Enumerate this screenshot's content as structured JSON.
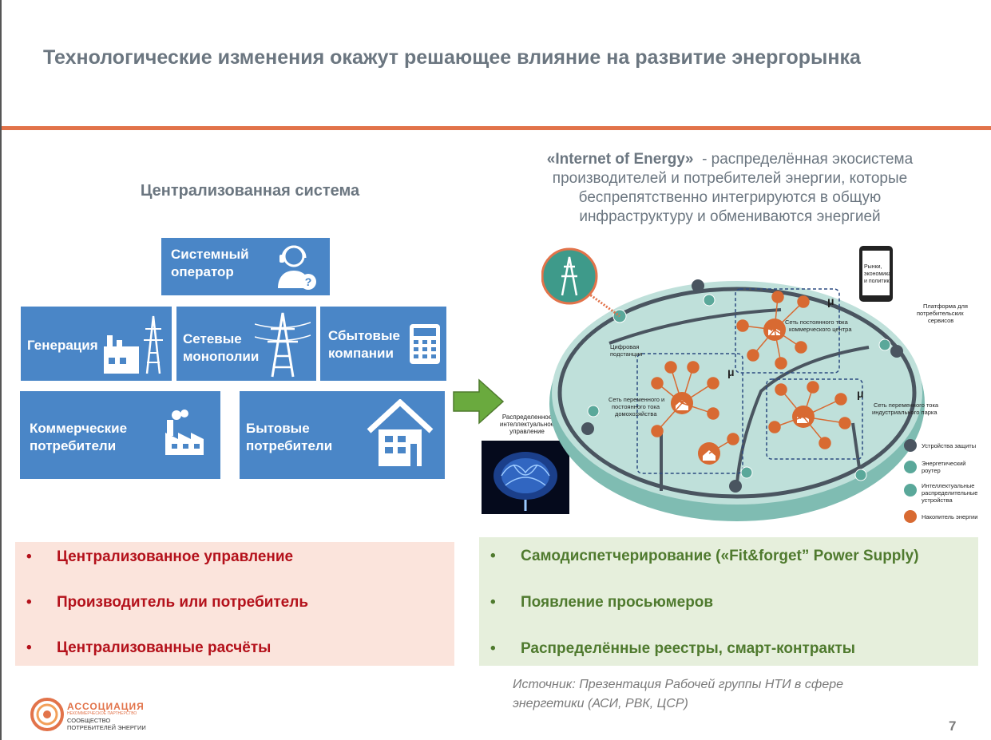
{
  "header": {
    "title": "Технологические изменения окажут решающее влияние на развитие энергорынка"
  },
  "left": {
    "heading": "Централизованная система",
    "boxes": {
      "system_operator": "Системный\nоператор",
      "generation": "Генерация",
      "grid_monopolies": "Сетевые\nмонополии",
      "sales_companies": "Сбытовые\nкомпании",
      "commercial_consumers": "Коммерческие\nпотребители",
      "household_consumers": "Бытовые\nпотребители"
    },
    "bullets": [
      "Централизованное управление",
      "Производитель или потребитель",
      "Централизованные расчёты"
    ]
  },
  "right": {
    "ioe_name": "«Internet of Energy»",
    "ioe_desc_1": "- распределённая экосистема",
    "ioe_desc_2": "производителей и потребителей энергии, которые",
    "ioe_desc_3": "беспрепятственно интегрируются в общую",
    "ioe_desc_4": "инфраструктуру и обмениваются энергией",
    "diagram": {
      "brain_label_1": "Распределенное",
      "brain_label_2": "интеллектуальное",
      "brain_label_3": "управление",
      "substation_1": "Цифровая",
      "substation_2": "подстанция",
      "dc_commercial_1": "Сеть постоянного тока",
      "dc_commercial_2": "коммерческого центра",
      "ac_dc_home_1": "Сеть переменного и",
      "ac_dc_home_2": "постоянного тока",
      "ac_dc_home_3": "домохозяйства",
      "ac_industrial_1": "Сеть переменного тока",
      "ac_industrial_2": "индустриального парка",
      "phone_1": "Рынки,",
      "phone_2": "экономика",
      "phone_3": "и политика",
      "platform_1": "Платформа для",
      "platform_2": "потребительских",
      "platform_3": "сервисов",
      "mu": "μ",
      "legend": [
        "Устройства защиты",
        "Энергетический",
        "роутер",
        "Интеллектуальные",
        "распределительные",
        "устройства",
        "Накопитель энергии"
      ]
    },
    "bullets": [
      "Самодиспетчерирование («Fit&forget” Power Supply)",
      "Появление просьюмеров",
      "Распределённые реестры, смарт-контракты"
    ]
  },
  "footer": {
    "source_1": "Источник: Презентация Рабочей группы НТИ в сфере",
    "source_2": "энергетики (АСИ, РВК, ЦСР)",
    "page_number": "7",
    "logo_line1": "АССОЦИАЦИЯ",
    "logo_line2": "НЕКОММЕРЧЕСКОЕ ПАРТНЕРСТВО",
    "logo_line3": "СООБЩЕСТВО",
    "logo_line4": "ПОТРЕБИТЕЛЕЙ ЭНЕРГИИ"
  },
  "bullet_symbol": "•",
  "colors": {
    "accent": "#e2734a",
    "box_blue": "#4a86c7",
    "red_text": "#b4111b",
    "green_text": "#4f7a2e",
    "ring_teal": "#a8d4cc"
  }
}
